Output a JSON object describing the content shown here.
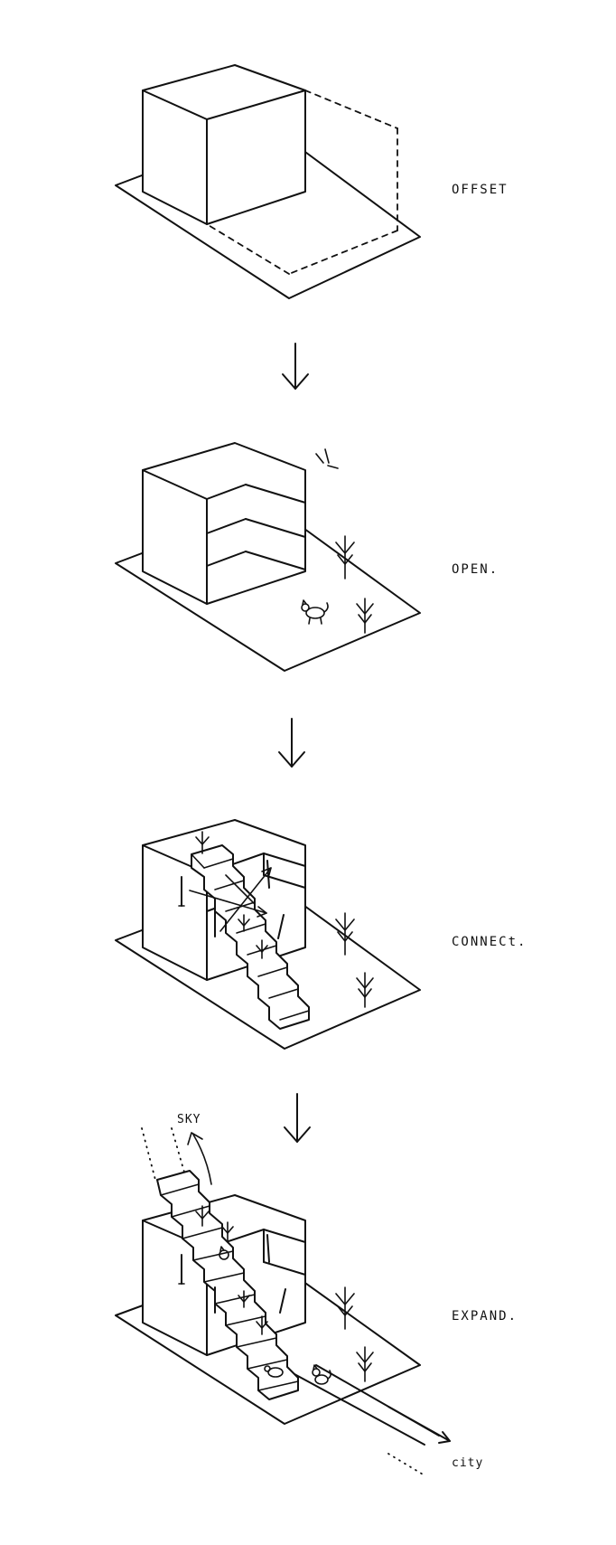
{
  "steps": [
    {
      "label": "OFFSET"
    },
    {
      "label": "OPEN."
    },
    {
      "label": "CONNECt."
    },
    {
      "label": "EXPAND."
    }
  ],
  "annotations": {
    "sky": "SKY",
    "city": "city"
  }
}
